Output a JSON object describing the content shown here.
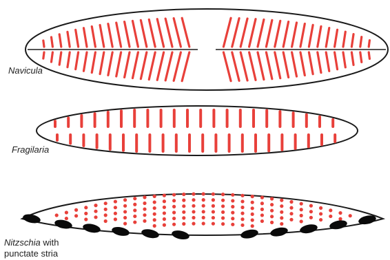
{
  "colors": {
    "outline": "#1a1a1a",
    "striae": "#e8403a",
    "raphe_keel": "#0a0a0a",
    "background": "#ffffff"
  },
  "labels": {
    "navicula": "Navicula",
    "fragilaria": "Fragilaria",
    "nitzschia_genus": "Nitzschia",
    "nitzschia_suffix": " with",
    "nitzschia_line2": "punctate stria"
  },
  "diatoms": [
    {
      "id": "navicula",
      "striae_style": "radiate lines",
      "has_central_raphe": true
    },
    {
      "id": "fragilaria",
      "striae_style": "short parallel bars",
      "has_central_raphe": false
    },
    {
      "id": "nitzschia",
      "striae_style": "punctate dots",
      "has_keel_dots": true
    }
  ]
}
